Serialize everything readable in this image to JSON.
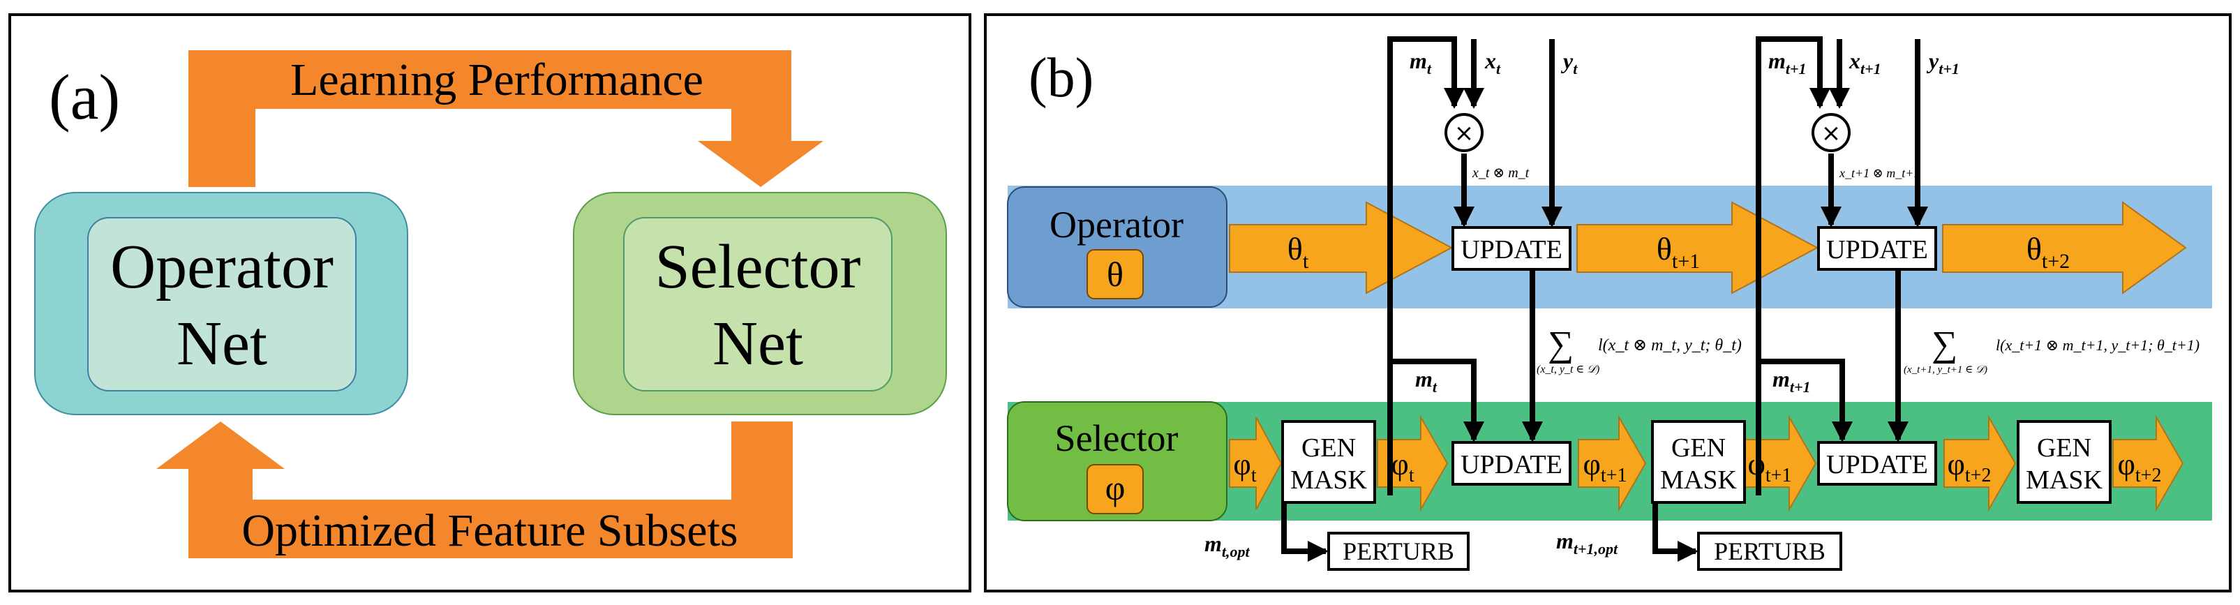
{
  "panel_a": {
    "label": "(a)",
    "operator_box": {
      "line1": "Operator",
      "line2": "Net"
    },
    "selector_box": {
      "line1": "Selector",
      "line2": "Net"
    },
    "top_arrow_label": "Learning Performance",
    "bottom_arrow_label": "Optimized Feature Subsets"
  },
  "panel_b": {
    "label": "(b)",
    "operator_lane": {
      "title": "Operator",
      "symbol": "θ"
    },
    "selector_lane": {
      "title": "Selector",
      "symbol": "φ"
    },
    "theta_arrows": [
      {
        "base": "θ",
        "sub": "t"
      },
      {
        "base": "θ",
        "sub": "t+1"
      },
      {
        "base": "θ",
        "sub": "t+2"
      }
    ],
    "update_label": "UPDATE",
    "gen_mask": {
      "line1": "GEN",
      "line2": "MASK"
    },
    "perturb_label": "PERTURB",
    "multiply_symbol": "×",
    "phi_base": "φ",
    "step_t": {
      "m": "m",
      "m_sub": "t",
      "x": "x",
      "x_sub": "t",
      "y": "y",
      "y_sub": "t",
      "product": "x_t ⊗ m_t",
      "sum_text": "l(x_t ⊗ m_t, y_t; θ_t)",
      "sum_under": "(x_t, y_t ∈ 𝒟)",
      "m_opt": "m",
      "m_opt_sub": "t,opt"
    },
    "step_t1": {
      "m": "m",
      "m_sub": "t+1",
      "x": "x",
      "x_sub": "t+1",
      "y": "y",
      "y_sub": "t+1",
      "product": "x_t+1 ⊗ m_t+1",
      "sum_text": "l(x_t+1 ⊗ m_t+1, y_t+1; θ_t+1)",
      "sum_under": "(x_t+1, y_t+1 ∈ 𝒟)",
      "m_opt": "m",
      "m_opt_sub": "t+1,opt"
    },
    "phi_arrows": [
      {
        "sub": "t"
      },
      {
        "sub": "t"
      },
      {
        "sub": "t+1"
      },
      {
        "sub": "t+1"
      },
      {
        "sub": "t+2"
      },
      {
        "sub": "t+2"
      }
    ]
  },
  "colors": {
    "orange_arrow": "#f4862b",
    "theta_arrow": "#f7a51c",
    "operator_outer": "#8dd3d1",
    "operator_inner": "#c2e4d6",
    "selector_outer": "#aed58b",
    "selector_inner": "#c6e2ac",
    "blue_band": "#94c1e6",
    "operator_lane_box": "#6e9dd0",
    "green_band": "#4cc083",
    "selector_lane_box": "#72bd44"
  }
}
